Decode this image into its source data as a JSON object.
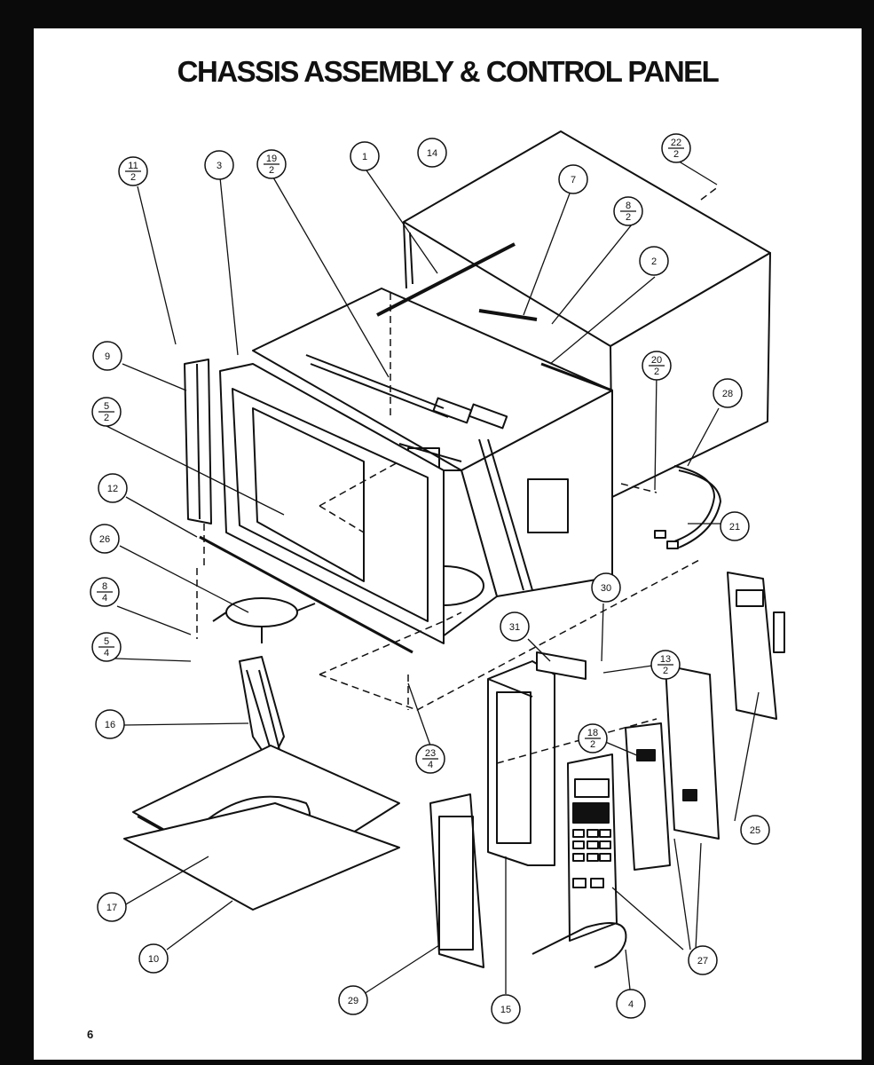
{
  "title": "CHASSIS ASSEMBLY & CONTROL PANEL",
  "page_number": "6",
  "callouts": [
    {
      "id": "c11-2",
      "num": "11",
      "den": "2"
    },
    {
      "id": "c3",
      "num": "3"
    },
    {
      "id": "c19-2",
      "num": "19",
      "den": "2"
    },
    {
      "id": "c1",
      "num": "1"
    },
    {
      "id": "c14",
      "num": "14"
    },
    {
      "id": "c22-2",
      "num": "22",
      "den": "2"
    },
    {
      "id": "c7",
      "num": "7"
    },
    {
      "id": "c8-2",
      "num": "8",
      "den": "2"
    },
    {
      "id": "c2",
      "num": "2"
    },
    {
      "id": "c9",
      "num": "9"
    },
    {
      "id": "c20-2",
      "num": "20",
      "den": "2"
    },
    {
      "id": "c28",
      "num": "28"
    },
    {
      "id": "c5-2",
      "num": "5",
      "den": "2"
    },
    {
      "id": "c12",
      "num": "12"
    },
    {
      "id": "c21",
      "num": "21"
    },
    {
      "id": "c26",
      "num": "26"
    },
    {
      "id": "c30",
      "num": "30"
    },
    {
      "id": "c8-4",
      "num": "8",
      "den": "4"
    },
    {
      "id": "c31",
      "num": "31"
    },
    {
      "id": "c13-2",
      "num": "13",
      "den": "2"
    },
    {
      "id": "c5-4",
      "num": "5",
      "den": "4"
    },
    {
      "id": "c16",
      "num": "16"
    },
    {
      "id": "c18-2",
      "num": "18",
      "den": "2"
    },
    {
      "id": "c23-4",
      "num": "23",
      "den": "4"
    },
    {
      "id": "c25",
      "num": "25"
    },
    {
      "id": "c17",
      "num": "17"
    },
    {
      "id": "c10",
      "num": "10"
    },
    {
      "id": "c27",
      "num": "27"
    },
    {
      "id": "c29",
      "num": "29"
    },
    {
      "id": "c15",
      "num": "15"
    },
    {
      "id": "c4",
      "num": "4"
    }
  ],
  "colors": {
    "ink": "#111111",
    "paper": "#ffffff",
    "frame": "#0a0a0a"
  }
}
